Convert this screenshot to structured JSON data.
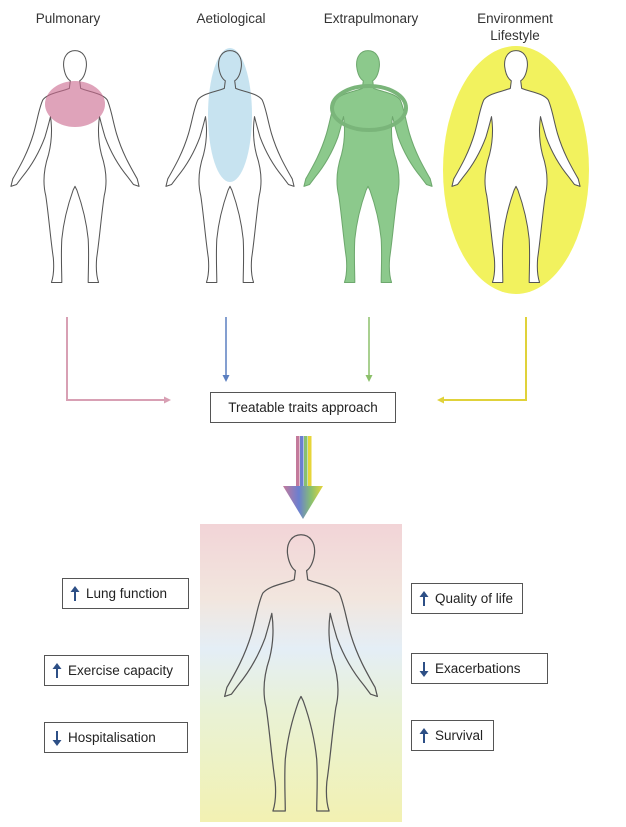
{
  "categories": {
    "pulmonary": "Pulmonary",
    "aetiological": "Aetiological",
    "extrapulmonary": "Extrapulmonary",
    "environment": [
      "Environment",
      "Lifestyle"
    ]
  },
  "center_box": "Treatable traits approach",
  "outcomes": {
    "lung_function": {
      "label": "Lung function",
      "direction": "up"
    },
    "exercise_capacity": {
      "label": "Exercise capacity",
      "direction": "up"
    },
    "hospitalisation": {
      "label": "Hospitalisation",
      "direction": "down"
    },
    "quality_of_life": {
      "label": "Quality of life",
      "direction": "up"
    },
    "exacerbations": {
      "label": "Exacerbations",
      "direction": "down"
    },
    "survival": {
      "label": "Survival",
      "direction": "up"
    }
  },
  "colors": {
    "pulmonary": "#d8a0b4",
    "aetiological": "#5b7fc0",
    "extrapulmonary": "#8cc06a",
    "environment": "#e0d23a",
    "arrow_icon": "#2d4f86"
  }
}
